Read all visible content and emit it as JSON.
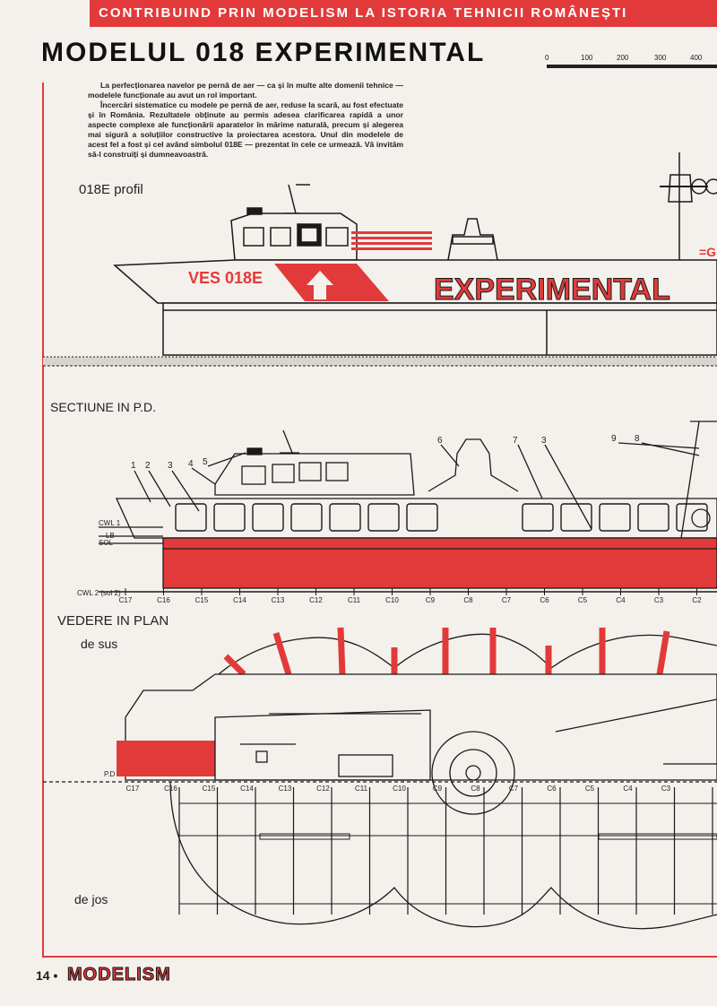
{
  "header": {
    "banner": "CONTRIBUIND PRIN MODELISM LA ISTORIA TEHNICII ROMÂNEȘTI",
    "title": "MODELUL 018 EXPERIMENTAL",
    "scale_ticks": [
      "0",
      "100",
      "200",
      "300",
      "400"
    ]
  },
  "intro": {
    "p1": "La perfecționarea navelor pe pernă de aer — ca și în multe alte domenii tehnice — modelele funcționale au avut un rol important.",
    "p2": "Încercări sistematice cu modele pe pernă de aer, reduse la scară, au fost efectuate și în România. Rezultatele obținute au permis adesea clarificarea rapidă a unor aspecte complexe ale funcționării aparatelor în mărime naturală, precum și alegerea mai sigură a soluțiilor constructive la proiectarea acestora. Unul din modelele de acest fel a fost și cel având simbolul 018E — prezentat în cele ce urmează. Vă invităm să-l construiți și dumneavoastră."
  },
  "profile": {
    "label": "018E profil",
    "reg": "VES 018E",
    "hull_text": "EXPERIMENTAL",
    "mark": "=G"
  },
  "section": {
    "label": "SECTIUNE IN P.D.",
    "callouts": [
      "1",
      "2",
      "3",
      "4",
      "5",
      "6",
      "7",
      "3",
      "9",
      "8"
    ],
    "level_labels": [
      "CWL 1",
      "LB",
      "SOL",
      "CWL 2 (sol 2)"
    ],
    "frames": [
      "C17",
      "C16",
      "C15",
      "C14",
      "C13",
      "C12",
      "C11",
      "C10",
      "C9",
      "C8",
      "C7",
      "C6",
      "C5",
      "C4",
      "C3",
      "C2"
    ]
  },
  "plan": {
    "label": "VEDERE IN PLAN",
    "top_label": "de sus",
    "bottom_label": "de jos",
    "pd_label": "P.D",
    "frames": [
      "C17",
      "C16",
      "C15",
      "C14",
      "C13",
      "C12",
      "C11",
      "C10",
      "C9",
      "C8",
      "C7",
      "C6",
      "C5",
      "C4",
      "C3"
    ]
  },
  "footer": {
    "page": "14 •",
    "brand": "MODELISM"
  },
  "colors": {
    "accent": "#e23a3a",
    "ink": "#1a1a1a",
    "paper": "#f4f1ec"
  }
}
